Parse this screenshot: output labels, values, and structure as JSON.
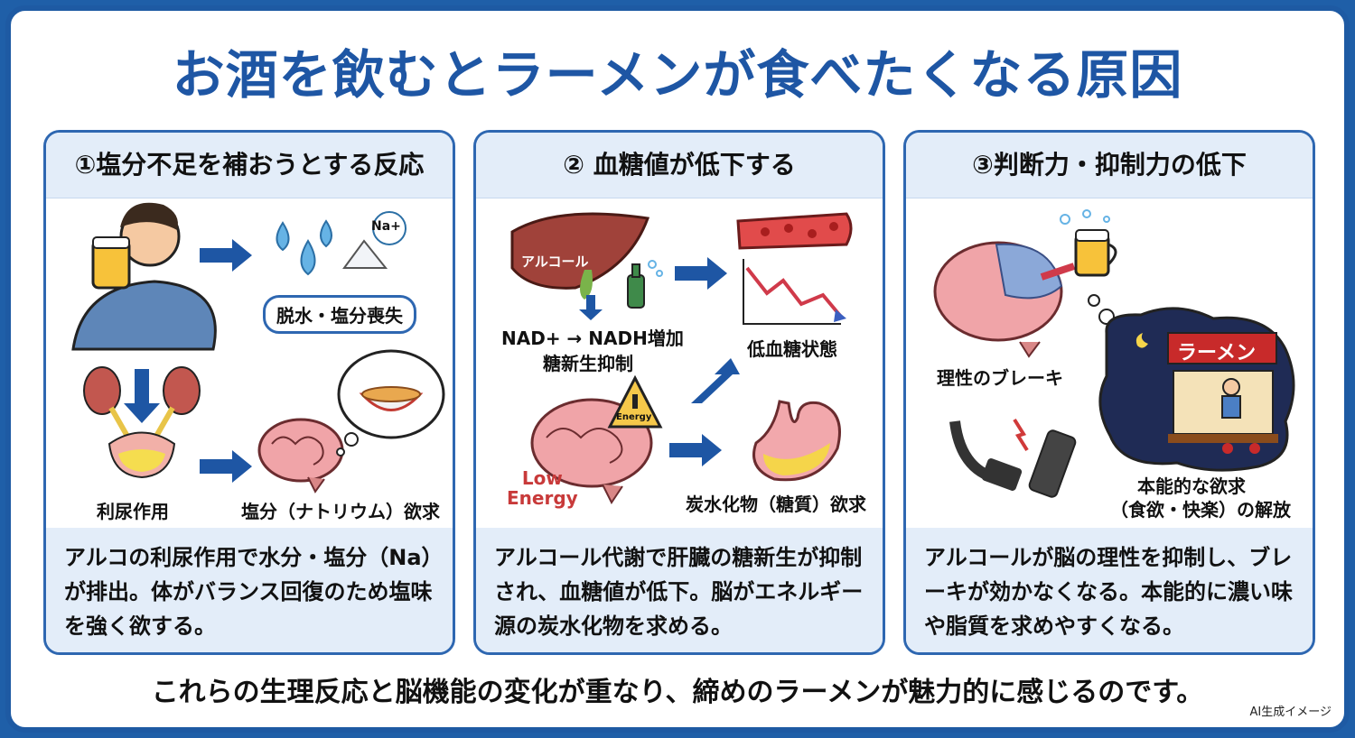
{
  "title": "お酒を飲むとラーメンが食べたくなる原因",
  "panels": [
    {
      "heading": "①塩分不足を補おうとする反応",
      "labels": {
        "dehydration": "脱水・塩分喪失",
        "na": "Na+",
        "diuresis": "利尿作用",
        "salt_craving": "塩分（ナトリウム）欲求"
      },
      "description": "アルコの利尿作用で水分・塩分（Na）が排出。体がバランス回復のため塩味を強く欲する。"
    },
    {
      "heading": "② 血糖値が低下する",
      "labels": {
        "alcohol": "アルコール",
        "nad": "NAD+ → NADH増加",
        "gluconeo": "糖新生抑制",
        "hypoglycemia": "低血糖状態",
        "energy": "Energy",
        "low_energy": "Low\nEnergy",
        "carb_craving": "炭水化物（糖質）欲求"
      },
      "description": "アルコール代謝で肝臓の糖新生が抑制され、血糖値が低下。脳がエネルギー源の炭水化物を求める。"
    },
    {
      "heading": "③判断力・抑制力の低下",
      "labels": {
        "brake": "理性のブレーキ",
        "ramen_sign": "ラーメン",
        "instinct1": "本能的な欲求",
        "instinct2": "（食欲・快楽）の解放"
      },
      "description": "アルコールが脳の理性を抑制し、ブレーキが効かなくなる。本能的に濃い味や脂質を求めやすくなる。"
    }
  ],
  "footer": "これらの生理反応と脳機能の変化が重なり、締めのラーメンが魅力的に感じるのです。",
  "note": "AI生成イメージ",
  "colors": {
    "accent": "#1e56a4",
    "panel_bg": "#e3edf9"
  }
}
